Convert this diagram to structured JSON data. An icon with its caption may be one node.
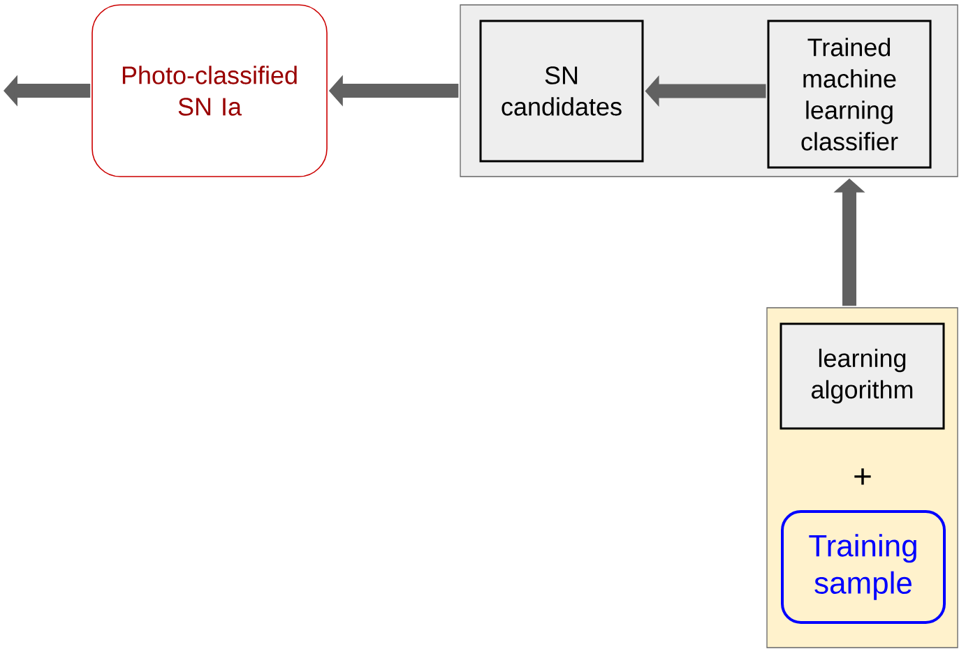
{
  "diagram": {
    "nodes": [
      {
        "text": [
          "Photo-classified SN Ia"
        ]
      },
      {
        "text": [],
        "shape": "box"
      },
      {
        "text": [
          "SN candidates"
        ],
        "in": 1
      },
      {
        "text": [
          "Trained machine learning classifier"
        ],
        "in": 1
      },
      {
        "text": [],
        "shape": "box"
      },
      {
        "text": [
          "learning algorithm"
        ],
        "in": 4
      },
      {
        "text": [
          "Training sample"
        ],
        "in": 4
      }
    ],
    "edges": [
      {
        "from": 0,
        "to": null,
        "arrow": "to"
      },
      {
        "from": 1,
        "to": 0,
        "arrow": "to"
      },
      {
        "from": 3,
        "to": 2,
        "arrow": "to"
      },
      {
        "from": 4,
        "to": 1,
        "arrow": "to"
      }
    ],
    "labels": [
      "+"
    ]
  }
}
